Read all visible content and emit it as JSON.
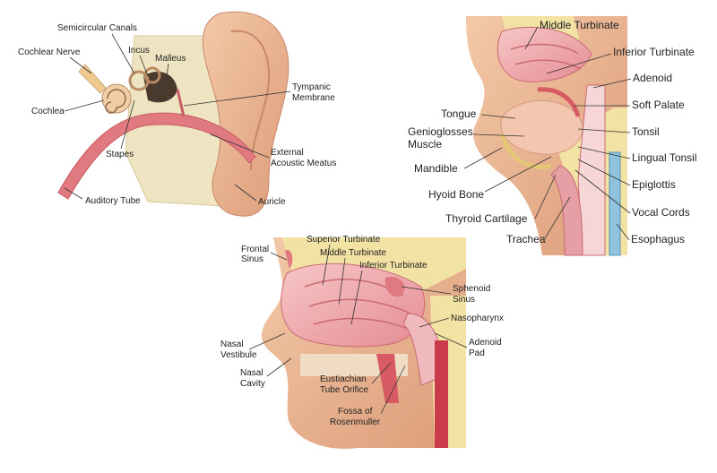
{
  "ear": {
    "semicircular_canals": "Semicircular Canals",
    "cochlear_nerve": "Cochlear Nerve",
    "incus": "Incus",
    "malleus": "Malleus",
    "cochlea": "Cochlea",
    "tympanic_membrane_1": "Tympanic",
    "tympanic_membrane_2": "Membrane",
    "stapes": "Stapes",
    "external_meatus_1": "External",
    "external_meatus_2": "Acoustic Meatus",
    "auditory_tube": "Auditory Tube",
    "auricle": "Auricle"
  },
  "throat": {
    "middle_turbinate": "Middle Turbinate",
    "inferior_turbinate": "Inferior Turbinate",
    "adenoid": "Adenoid",
    "soft_palate": "Soft Palate",
    "tongue": "Tongue",
    "tonsil": "Tonsil",
    "genioglosses_1": "Genioglosses",
    "genioglosses_2": "Muscle",
    "lingual_tonsil": "Lingual Tonsil",
    "mandible": "Mandible",
    "epiglottis": "Epiglottis",
    "hyoid_bone": "Hyoid Bone",
    "vocal_cords": "Vocal Cords",
    "thyroid_cartilage": "Thyroid Cartilage",
    "trachea": "Trachea",
    "esophagus": "Esophagus"
  },
  "nose": {
    "superior_turbinate": "Superior Turbinate",
    "frontal_sinus_1": "Frontal",
    "frontal_sinus_2": "Sinus",
    "middle_turbinate": "Middle Turbinate",
    "inferior_turbinate": "Inferior Turbinate",
    "sphenoid_sinus_1": "Sphenoid",
    "sphenoid_sinus_2": "Sinus",
    "nasopharynx": "Nasopharynx",
    "nasal_vestibule_1": "Nasal",
    "nasal_vestibule_2": "Vestibule",
    "adenoid_pad_1": "Adenoid",
    "adenoid_pad_2": "Pad",
    "nasal_cavity_1": "Nasal",
    "nasal_cavity_2": "Cavity",
    "eustachian_1": "Eustiachian",
    "eustachian_2": "Tube Orifice",
    "fossa_1": "Fossa of",
    "fossa_2": "Rosenmuller"
  }
}
